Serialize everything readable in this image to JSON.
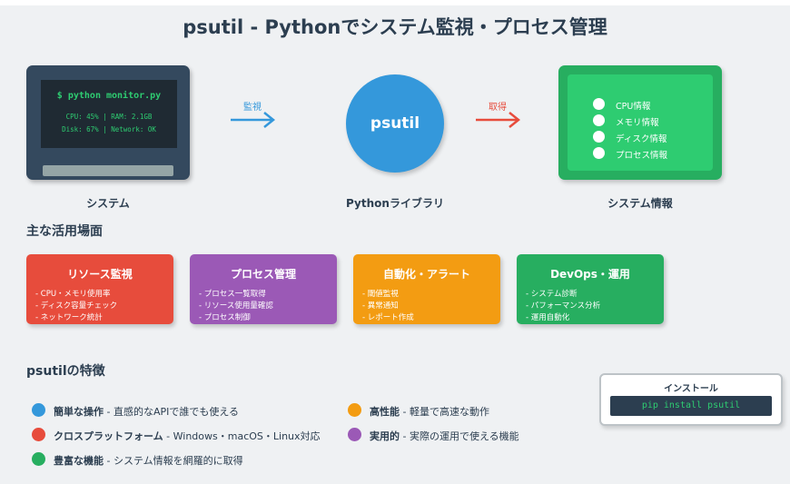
{
  "title": "psutil - Pythonでシステム監視・プロセス管理",
  "system": {
    "command": "$ python monitor.py",
    "line1": "CPU: 45% | RAM: 2.1GB",
    "line2": "Disk: 67% | Network: OK",
    "caption": "システム"
  },
  "arrows": {
    "left_label": "監視",
    "right_label": "取得",
    "left_color": "#3498db",
    "right_color": "#e74c3c"
  },
  "library": {
    "name": "psutil",
    "caption": "Pythonライブラリ"
  },
  "info": {
    "items": [
      "CPU情報",
      "メモリ情報",
      "ディスク情報",
      "プロセス情報"
    ],
    "caption": "システム情報"
  },
  "use_cases": {
    "heading": "主な活用場面",
    "cards": [
      {
        "title": "リソース監視",
        "lines": [
          "- CPU・メモリ使用率",
          "- ディスク容量チェック",
          "- ネットワーク統計"
        ],
        "color": "#e74c3c"
      },
      {
        "title": "プロセス管理",
        "lines": [
          "- プロセス一覧取得",
          "- リソース使用量確認",
          "- プロセス制御"
        ],
        "color": "#9b59b6"
      },
      {
        "title": "自動化・アラート",
        "lines": [
          "- 閾値監視",
          "- 異常通知",
          "- レポート作成"
        ],
        "color": "#f39c12"
      },
      {
        "title": "DevOps・運用",
        "lines": [
          "- システム診断",
          "- パフォーマンス分析",
          "- 運用自動化"
        ],
        "color": "#27ae60"
      }
    ]
  },
  "features": {
    "heading": "psutilの特徴",
    "items": [
      {
        "name": "簡単な操作",
        "desc": " - 直感的なAPIで誰でも使える",
        "color": "#3498db"
      },
      {
        "name": "クロスプラットフォーム",
        "desc": " - Windows・macOS・Linux対応",
        "color": "#e74c3c"
      },
      {
        "name": "豊富な機能",
        "desc": " - システム情報を網羅的に取得",
        "color": "#27ae60"
      },
      {
        "name": "高性能",
        "desc": " - 軽量で高速な動作",
        "color": "#f39c12"
      },
      {
        "name": "実用的",
        "desc": " - 実際の運用で使える機能",
        "color": "#9b59b6"
      }
    ]
  },
  "install": {
    "title": "インストール",
    "command": "pip install psutil"
  }
}
